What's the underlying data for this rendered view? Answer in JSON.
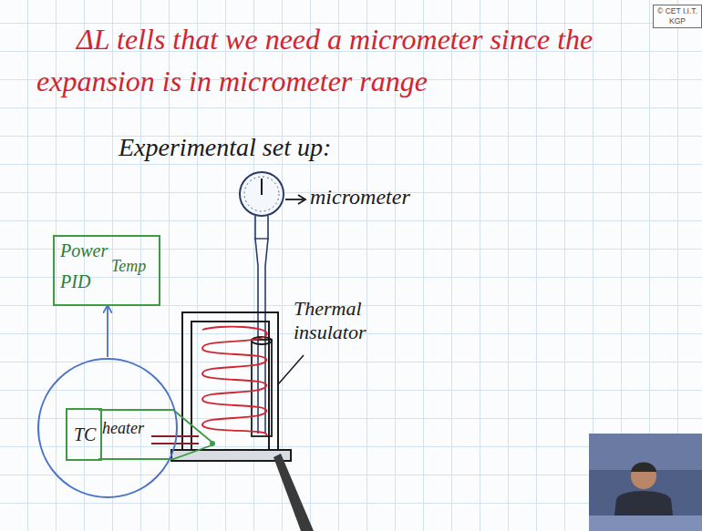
{
  "diagram": {
    "nodes": [
      {
        "text": [
          "Power",
          "PID",
          "Temp"
        ]
      },
      {
        "text": [
          "heater"
        ]
      },
      {
        "text": [
          "TC"
        ],
        "in": 1
      }
    ],
    "edges": [
      {
        "from": 1,
        "to": 0,
        "arrow": "to"
      }
    ],
    "labels": [
      "ΔL tells that we need a micrometer since the expansion is in micrometer range",
      "Experimental set up:",
      "micrometer",
      "Thermal insulator",
      "© CET I.I.T. KGP"
    ]
  }
}
